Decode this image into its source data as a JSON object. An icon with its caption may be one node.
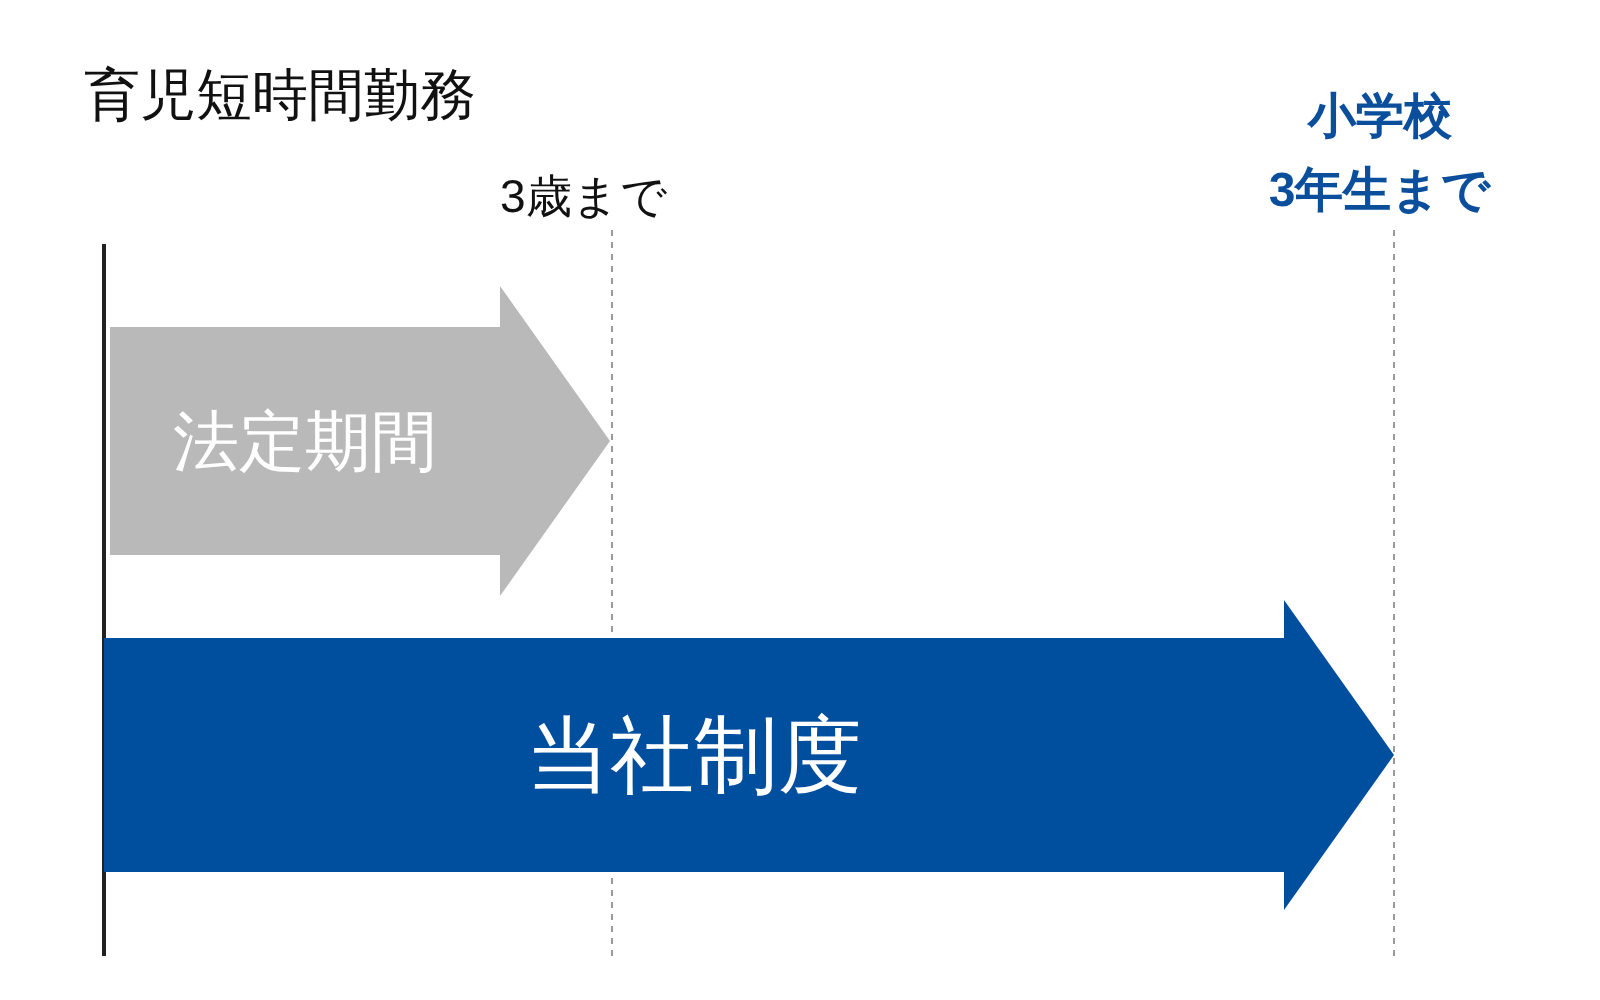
{
  "diagram": {
    "title": "育児短時間勤務",
    "nodes": [
      {
        "text": [
          "法定期間"
        ]
      },
      {
        "text": [
          "当社制度"
        ]
      }
    ],
    "labels": [
      "3歳まで",
      "小学校",
      "3年生まで"
    ]
  }
}
